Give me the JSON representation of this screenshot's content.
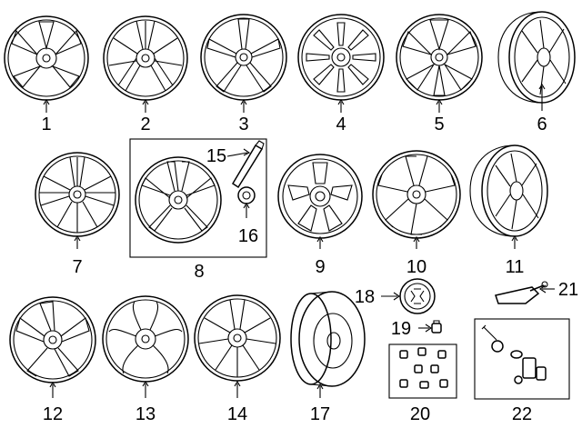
{
  "parts": [
    {
      "number": "1",
      "icon": "alloy-wheel-icon"
    },
    {
      "number": "2",
      "icon": "alloy-wheel-icon"
    },
    {
      "number": "3",
      "icon": "alloy-wheel-icon"
    },
    {
      "number": "4",
      "icon": "alloy-wheel-icon"
    },
    {
      "number": "5",
      "icon": "alloy-wheel-icon"
    },
    {
      "number": "6",
      "icon": "wheel-side-view-icon"
    },
    {
      "number": "7",
      "icon": "alloy-wheel-icon"
    },
    {
      "number": "8",
      "icon": "alloy-wheel-icon"
    },
    {
      "number": "9",
      "icon": "alloy-wheel-icon"
    },
    {
      "number": "10",
      "icon": "alloy-wheel-icon"
    },
    {
      "number": "11",
      "icon": "wheel-side-view-icon"
    },
    {
      "number": "12",
      "icon": "alloy-wheel-icon"
    },
    {
      "number": "13",
      "icon": "alloy-wheel-icon"
    },
    {
      "number": "14",
      "icon": "alloy-wheel-icon"
    },
    {
      "number": "15",
      "icon": "touch-up-paint-pen-icon"
    },
    {
      "number": "16",
      "icon": "center-cap-small-icon"
    },
    {
      "number": "17",
      "icon": "spare-tire-icon"
    },
    {
      "number": "18",
      "icon": "center-cap-emblem-icon"
    },
    {
      "number": "19",
      "icon": "lug-nut-icon"
    },
    {
      "number": "20",
      "icon": "lock-set-icon"
    },
    {
      "number": "21",
      "icon": "tpms-sensor-icon"
    },
    {
      "number": "22",
      "icon": "tpms-service-kit-icon"
    }
  ],
  "groups": {
    "kit_8": "8",
    "kit_20": "20",
    "kit_22": "22"
  }
}
